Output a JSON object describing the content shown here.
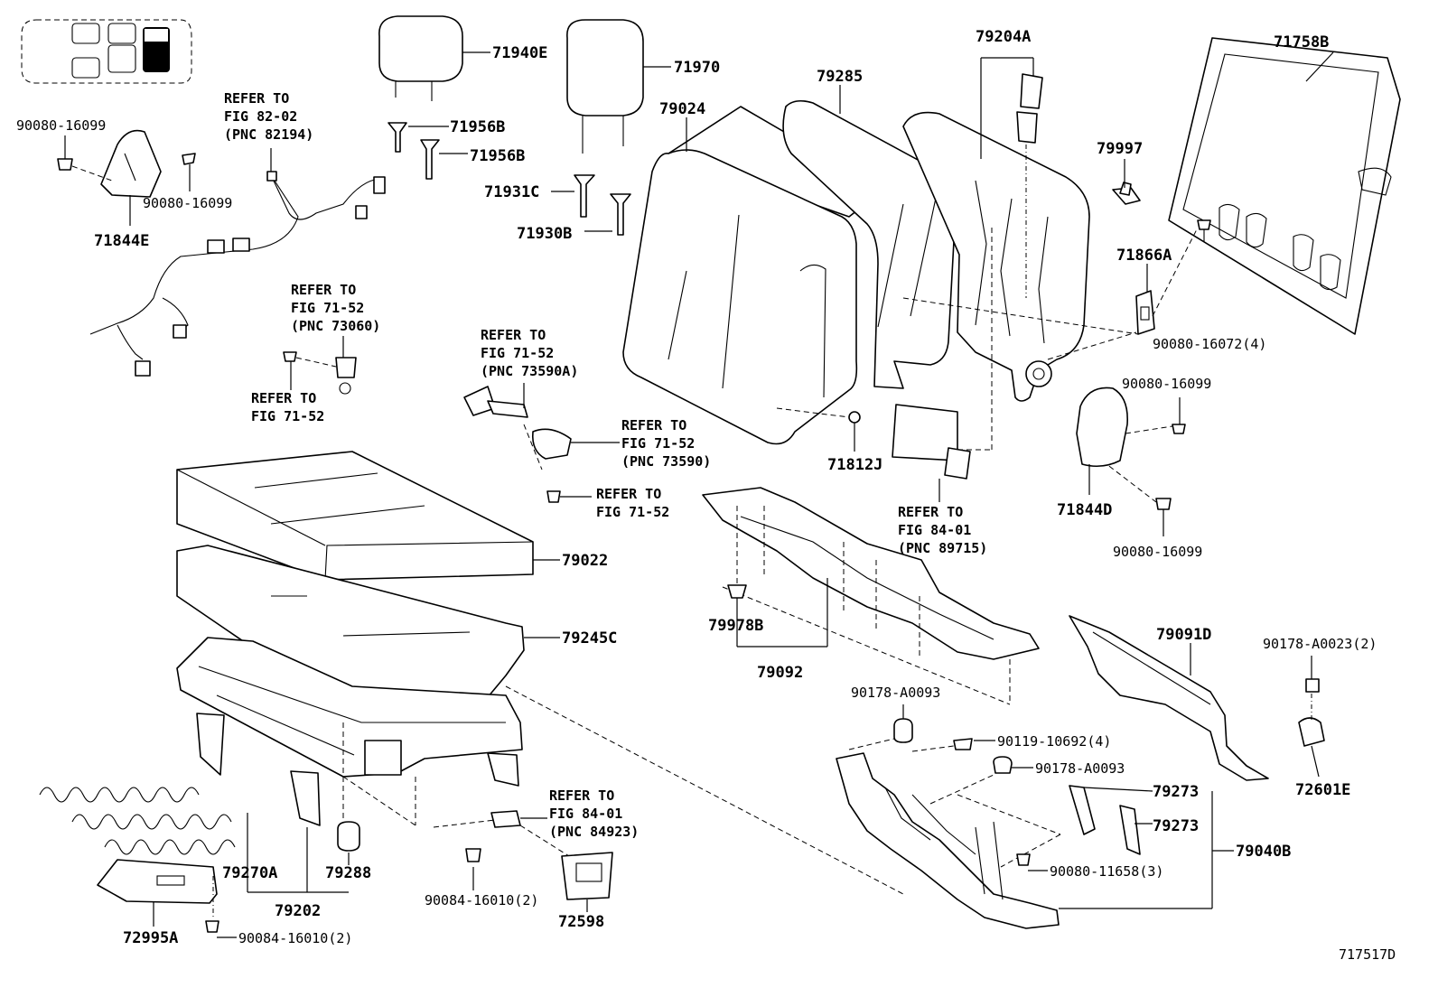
{
  "diagram_code": "717517D",
  "parts": {
    "p71940E": "71940E",
    "p71970": "71970",
    "p71956B_a": "71956B",
    "p71956B_b": "71956B",
    "p71931C": "71931C",
    "p71930B": "71930B",
    "p79024": "79024",
    "p79285": "79285",
    "p79204A": "79204A",
    "p71758B": "71758B",
    "p79997": "79997",
    "p71866A": "71866A",
    "p90080_16072": "90080-16072(4)",
    "p90080_16099_r1": "90080-16099",
    "p90080_16099_r2": "90080-16099",
    "p71844D": "71844D",
    "p71812J": "71812J",
    "p90080_16099_l1": "90080-16099",
    "p90080_16099_l2": "90080-16099",
    "p71844E": "71844E",
    "p79022": "79022",
    "p79245C": "79245C",
    "p79978B": "79978B",
    "p79092": "79092",
    "p79091D": "79091D",
    "p90178_A0023": "90178-A0023(2)",
    "p72601E": "72601E",
    "p90178_A0093_a": "90178-A0093",
    "p90119_10692": "90119-10692(4)",
    "p90178_A0093_b": "90178-A0093",
    "p79273_a": "79273",
    "p79273_b": "79273",
    "p79040B": "79040B",
    "p90080_11658": "90080-11658(3)",
    "p79270A": "79270A",
    "p79288": "79288",
    "p79202": "79202",
    "p72995A": "72995A",
    "p90084_16010_a": "90084-16010(2)",
    "p90084_16010_b": "90084-16010(2)",
    "p72598": "72598"
  },
  "refs": {
    "r82": [
      "REFER TO",
      "FIG 82-02",
      "(PNC 82194)"
    ],
    "r73060": [
      "REFER TO",
      "FIG 71-52",
      "(PNC 73060)"
    ],
    "r7152a": [
      "REFER TO",
      "FIG 71-52"
    ],
    "r73590A": [
      "REFER TO",
      "FIG 71-52",
      "(PNC 73590A)"
    ],
    "r73590": [
      "REFER TO",
      "FIG 71-52",
      "(PNC 73590)"
    ],
    "r7152b": [
      "REFER TO",
      "FIG 71-52"
    ],
    "r89715": [
      "REFER TO",
      "FIG 84-01",
      "(PNC 89715)"
    ],
    "r84923": [
      "REFER TO",
      "FIG 84-01",
      "(PNC 84923)"
    ]
  }
}
